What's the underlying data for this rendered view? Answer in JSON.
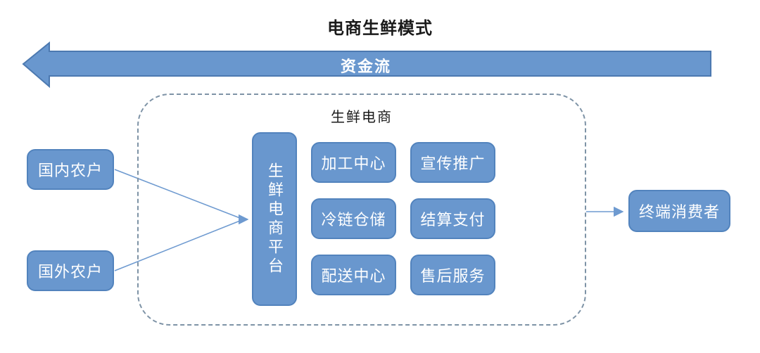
{
  "title": "电商生鲜模式",
  "flow_arrow": {
    "label": "资金流"
  },
  "container": {
    "label": "生鲜电商"
  },
  "platform": {
    "label": "生鲜电商平台"
  },
  "functions": [
    {
      "label": "加工中心"
    },
    {
      "label": "宣传推广"
    },
    {
      "label": "冷链仓储"
    },
    {
      "label": "结算支付"
    },
    {
      "label": "配送中心"
    },
    {
      "label": "售后服务"
    }
  ],
  "suppliers": [
    {
      "label": "国内农户"
    },
    {
      "label": "国外农户"
    }
  ],
  "consumer": {
    "label": "终端消费者"
  },
  "colors": {
    "box_fill": "#6997CE",
    "box_border": "#5283BD",
    "big_arrow_fill": "#6997CE",
    "big_arrow_border": "#4C79B0",
    "thin_arrow": "#6E9AD0",
    "dashed_border": "#7E93A6",
    "title_text": "#1a1a1a",
    "box_text": "#ffffff"
  }
}
